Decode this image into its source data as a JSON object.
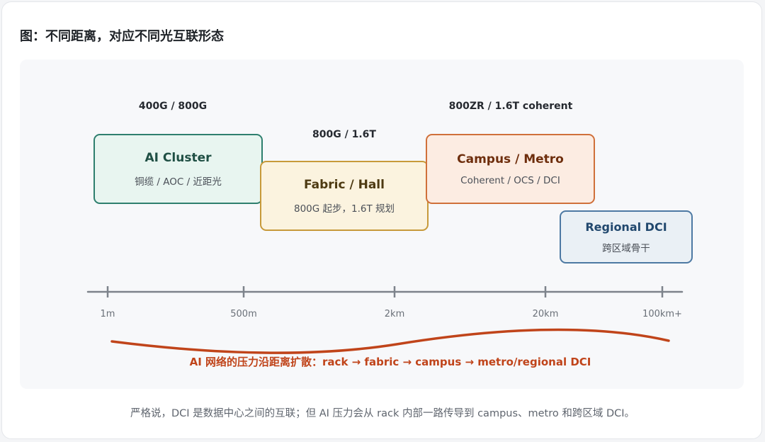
{
  "title": "图：不同距离，对应不同光互联形态",
  "bands": {
    "cluster": "400G / 800G",
    "fabric": "800G / 1.6T",
    "campus": "800ZR / 1.6T coherent"
  },
  "boxes": {
    "cluster": {
      "title": "AI Cluster",
      "subtitle": "铜缆 / AOC / 近距光"
    },
    "fabric": {
      "title": "Fabric / Hall",
      "subtitle": "800G 起步，1.6T 规划"
    },
    "campus": {
      "title": "Campus / Metro",
      "subtitle": "Coherent / OCS / DCI"
    },
    "regional": {
      "title": "Regional DCI",
      "subtitle": "跨区域骨干"
    }
  },
  "axis": {
    "ticks": [
      "1m",
      "500m",
      "2km",
      "20km",
      "100km+"
    ]
  },
  "wave_caption": "AI 网络的压力沿距离扩散：rack → fabric → campus → metro/regional DCI",
  "footnote": "严格说，DCI 是数据中心之间的互联；但 AI 压力会从 rack 内部一路传导到 campus、metro 和跨区域 DCI。",
  "colors": {
    "cluster_border": "#2e7f6e",
    "cluster_fill": "#e8f5f0",
    "cluster_text": "#1f4f44",
    "fabric_border": "#c79a3a",
    "fabric_fill": "#fbf3df",
    "fabric_text": "#4d3a12",
    "campus_border": "#d0703a",
    "campus_fill": "#fcece2",
    "campus_text": "#6e2e0d",
    "regional_border": "#4d79a3",
    "regional_fill": "#eaf0f5",
    "regional_text": "#21486e",
    "axis": "#7d838b",
    "wave": "#c0441a"
  }
}
